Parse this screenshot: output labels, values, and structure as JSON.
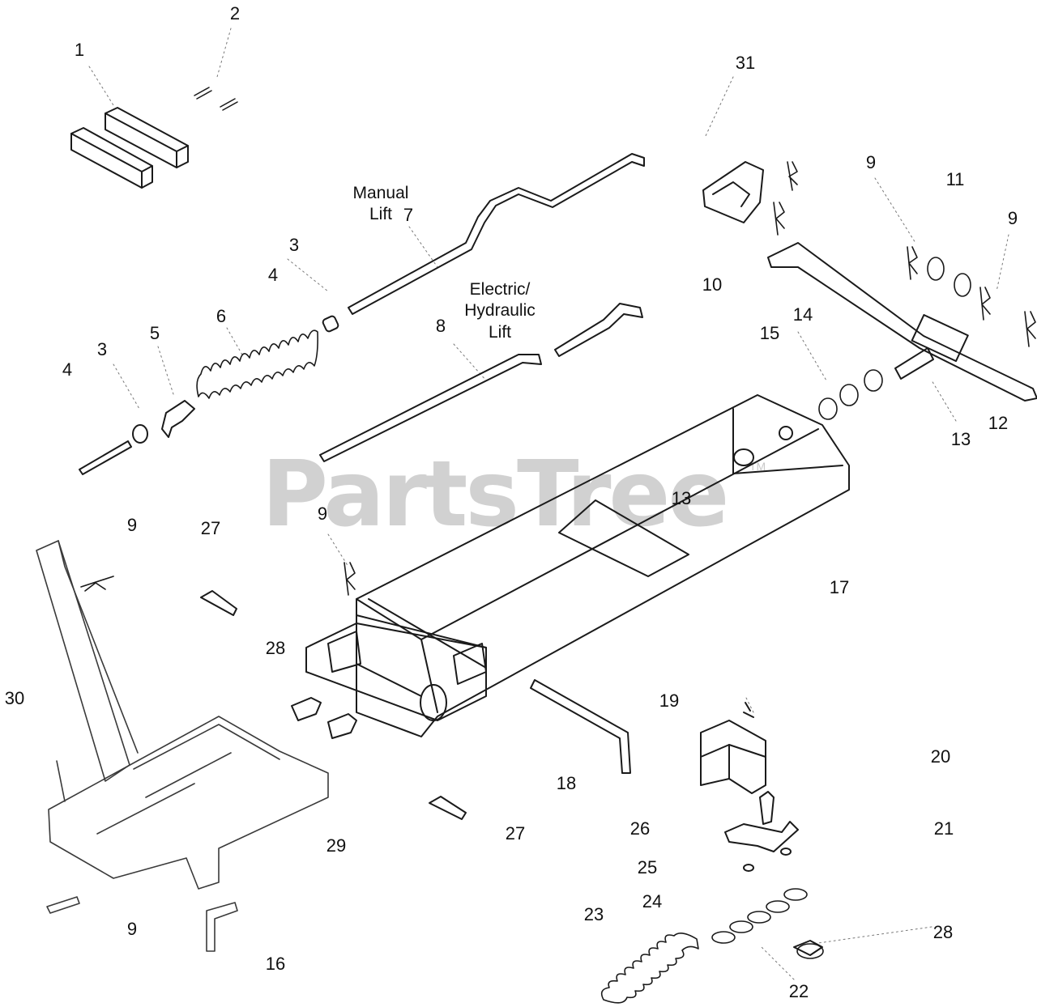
{
  "watermark": {
    "brand": "PartsTree",
    "tm": "TM"
  },
  "captions": {
    "manual_lift": "Manual\nLift",
    "electric_hydraulic_lift": "Electric/\nHydraulic\nLift"
  },
  "callouts": [
    "1",
    "2",
    "31",
    "9",
    "11",
    "9",
    "3",
    "4",
    "6",
    "10",
    "14",
    "15",
    "5",
    "3",
    "4",
    "8",
    "12",
    "13",
    "13",
    "9",
    "27",
    "9",
    "17",
    "28",
    "30",
    "19",
    "20",
    "18",
    "27",
    "26",
    "21",
    "29",
    "25",
    "24",
    "23",
    "28",
    "9",
    "16",
    "22",
    "7"
  ]
}
